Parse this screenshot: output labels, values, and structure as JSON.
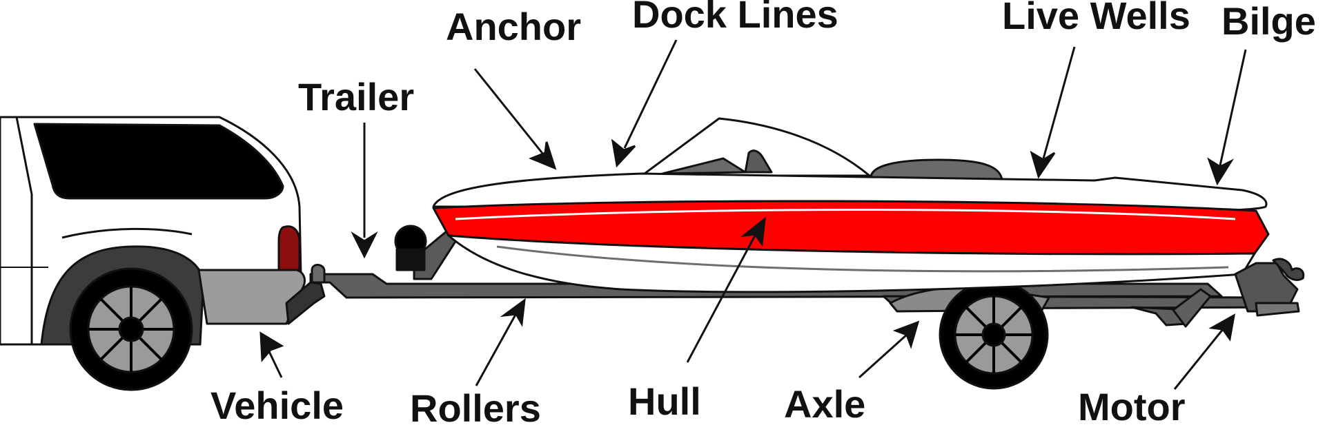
{
  "labels": {
    "anchor": "Anchor",
    "dock_lines": "Dock Lines",
    "live_wells": "Live Wells",
    "bilge": "Bilge",
    "trailer": "Trailer",
    "vehicle": "Vehicle",
    "rollers": "Rollers",
    "hull": "Hull",
    "axle": "Axle",
    "motor": "Motor"
  },
  "colors": {
    "hull_stripe": "#ff0000",
    "outline": "#111111",
    "trailer_gray": "#5f5f5f",
    "wheel_gray": "#9a9a9a",
    "vehicle_white": "#ffffff",
    "tail_light": "#8b0f0f"
  }
}
